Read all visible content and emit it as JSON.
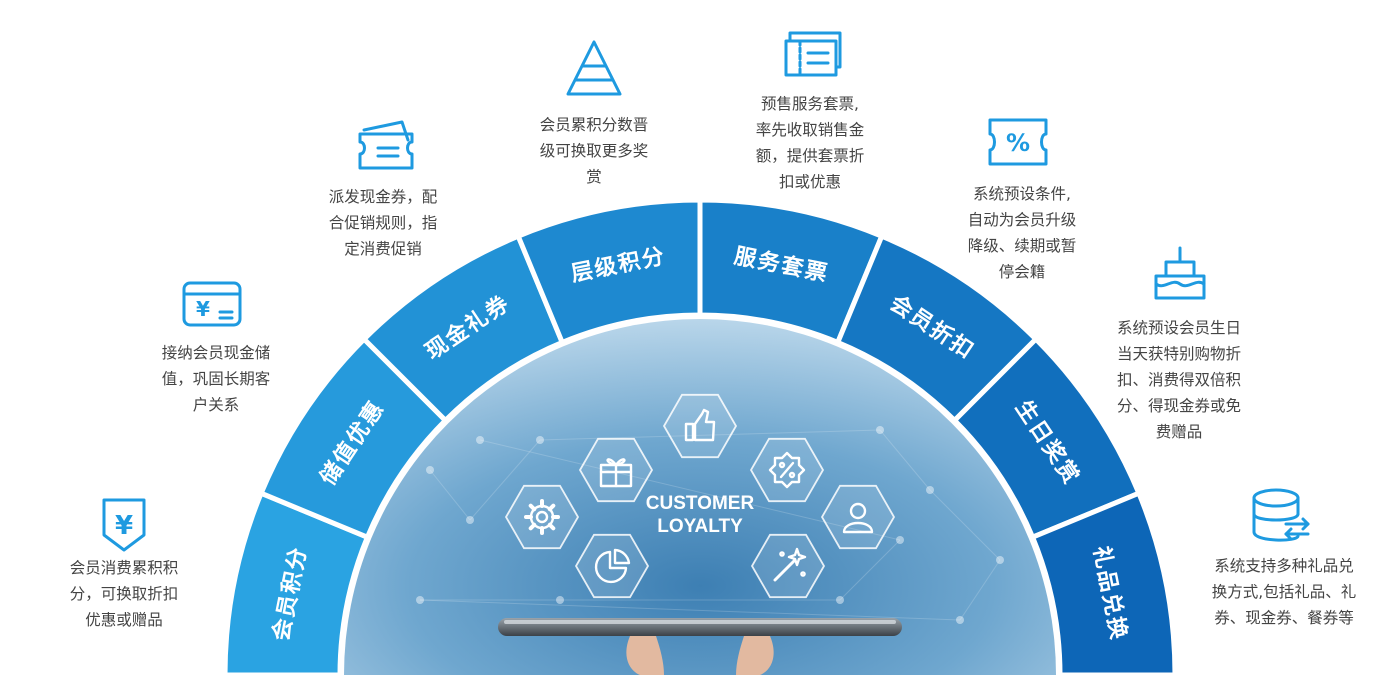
{
  "colors": {
    "arc_light": "#2aa3e2",
    "arc_dark": "#0d66b7",
    "icon_blue": "#1e9ae0",
    "text": "#444444",
    "center_bg": "#5f9fc8"
  },
  "center": {
    "title_line1": "CUSTOMER",
    "title_line2": "LOYALTY",
    "hex_icons": [
      "thumbs-up-icon",
      "gift-icon",
      "percent-badge-icon",
      "gear-icon",
      "user-icon",
      "pie-chart-icon",
      "magic-wand-icon"
    ]
  },
  "segments": [
    {
      "label": "会员积分",
      "icon": "yen-coupon-icon",
      "desc": "会员消费累积积\n分，可换取折扣\n优惠或赠品"
    },
    {
      "label": "储值优惠",
      "icon": "yen-card-icon",
      "desc": "接纳会员现金储\n值，巩固长期客\n户关系"
    },
    {
      "label": "现金礼券",
      "icon": "cash-coupon-icon",
      "desc": "派发现金券，配\n合促销规则，指\n定消费促销"
    },
    {
      "label": "层级积分",
      "icon": "pyramid-icon",
      "desc": "会员累积分数晋\n级可换取更多奖\n赏"
    },
    {
      "label": "服务套票",
      "icon": "tickets-icon",
      "desc": "预售服务套票,\n率先收取销售金\n额，提供套票折\n扣或优惠"
    },
    {
      "label": "会员折扣",
      "icon": "discount-ticket-icon",
      "desc": "系统预设条件,\n自动为会员升级\n降级、续期或暂\n停会籍"
    },
    {
      "label": "生日奖赏",
      "icon": "birthday-cake-icon",
      "desc": "系统预设会员生日\n当天获特别购物折\n扣、消费得双倍积\n分、得现金券或免\n费赠品"
    },
    {
      "label": "礼品兑换",
      "icon": "database-exchange-icon",
      "desc": "系统支持多种礼品兑\n换方式,包括礼品、礼\n券、现金券、餐券等"
    }
  ]
}
